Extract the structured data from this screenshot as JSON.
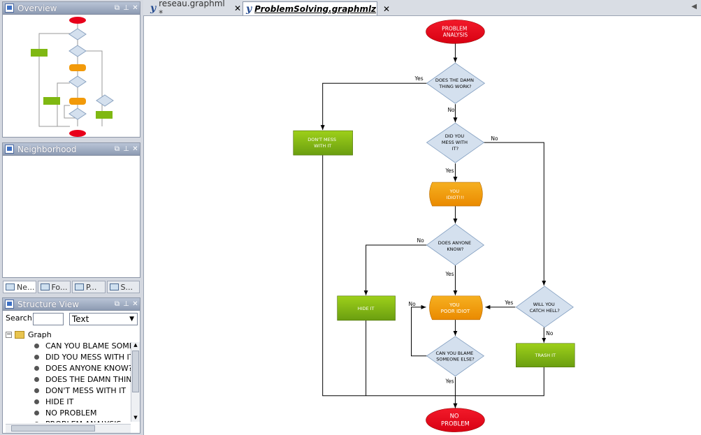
{
  "panels": {
    "overview": {
      "title": "Overview"
    },
    "neighborhood": {
      "title": "Neighborhood"
    },
    "structure": {
      "title": "Structure View",
      "search_label": "Search",
      "search_value": "",
      "filter_value": "Text"
    }
  },
  "bottom_tabs": [
    "Ne...",
    "Fo...",
    "P...",
    "S..."
  ],
  "tree": {
    "root": "Graph",
    "items": [
      "CAN YOU BLAME SOMEO",
      "DID YOU MESS WITH IT?",
      "DOES ANYONE KNOW?",
      "DOES THE DAMN THING W",
      "DON'T MESS WITH IT",
      "HIDE IT",
      "NO PROBLEM",
      "PROBLEM ANALYSIS"
    ]
  },
  "editor_tabs": [
    {
      "label": "reseau.graphml *",
      "active": false
    },
    {
      "label": "ProblemSolving.graphmlz",
      "active": true
    }
  ],
  "flowchart": {
    "nodes": {
      "problem_analysis": [
        "PROBLEM",
        "ANALYSIS"
      ],
      "damn_thing": [
        "DOES THE DAMN",
        "THING WORK?"
      ],
      "dont_mess": [
        "DON'T MESS",
        "WITH IT"
      ],
      "mess_with_it": [
        "DID YOU",
        "MESS WITH",
        "IT?"
      ],
      "you_idiot": [
        "YOU",
        "IDIOT!!!"
      ],
      "anyone_know": [
        "DOES ANYONE",
        "KNOW?"
      ],
      "hide_it": [
        "HIDE IT"
      ],
      "poor_idiot": [
        "YOU",
        "POOR IDIOT"
      ],
      "catch_hell": [
        "WILL YOU",
        "CATCH HELL?"
      ],
      "blame_someone": [
        "CAN YOU BLAME",
        "SOMEONE ELSE?"
      ],
      "trash_it": [
        "TRASH IT"
      ],
      "no_problem": [
        "NO",
        "PROBLEM"
      ]
    },
    "edge_labels": {
      "damn_yes": "Yes",
      "damn_no": "No",
      "mess_no": "No",
      "mess_yes": "Yes",
      "know_no": "No",
      "know_yes": "Yes",
      "hell_yes": "Yes",
      "hell_no": "No",
      "blame_no": "No",
      "blame_yes": "Yes"
    }
  },
  "colors": {
    "red": "#e8001a",
    "green": "#7fb812",
    "orange": "#f29a0a",
    "diamond": "#d4e0ee"
  }
}
